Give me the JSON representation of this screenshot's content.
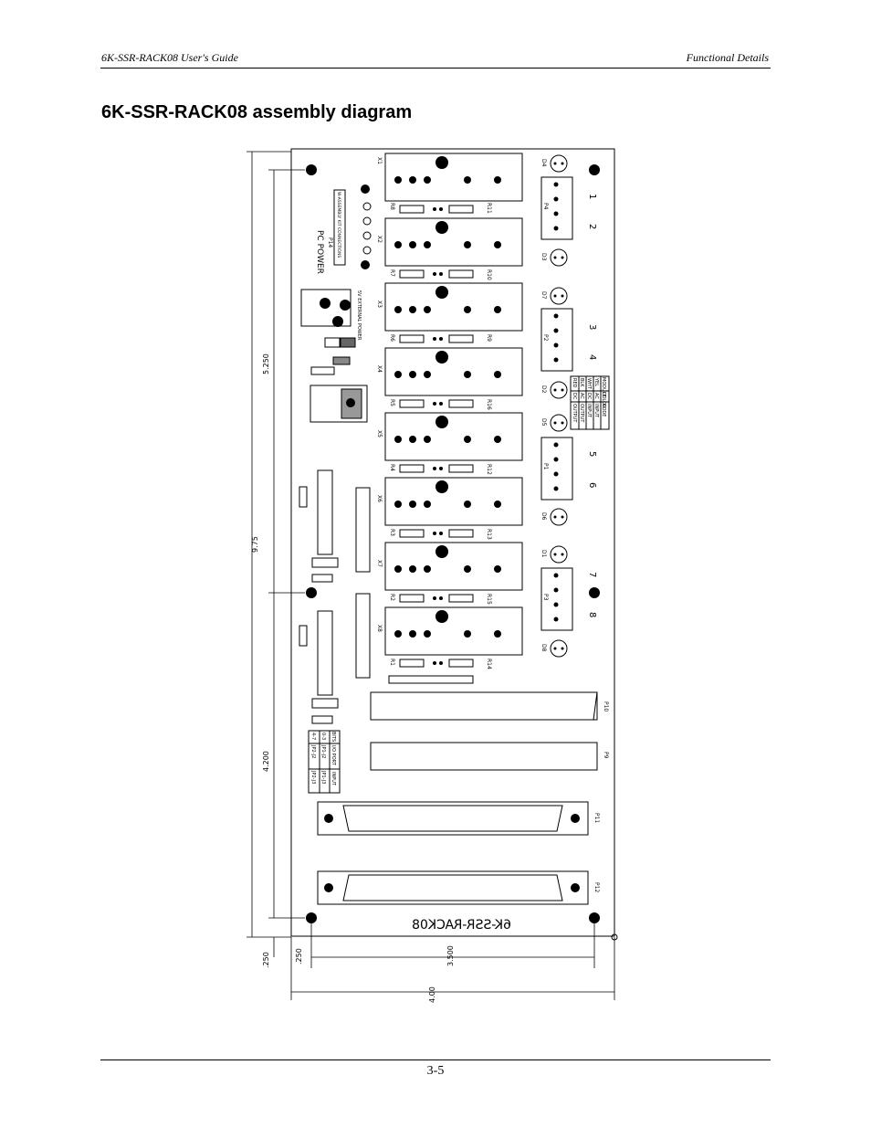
{
  "header": {
    "left": "6K-SSR-RACK08 User's Guide",
    "right": "Functional Details"
  },
  "title": "6K-SSR-RACK08 assembly diagram",
  "diagram": {
    "board_name": "6K-SSR-RACK08",
    "power_label": "PC POWER",
    "power_sub": "P14",
    "power_jumper": "W-ASSEMBLY KIT CONNECTIONS",
    "ext_power": "5V EXTERNAL POWER",
    "slot_labels": [
      "X1",
      "X2",
      "X3",
      "X4",
      "X5",
      "X6",
      "X7",
      "X8"
    ],
    "resistors_left": [
      "R8",
      "R7",
      "R6",
      "R5",
      "R4",
      "R3",
      "R2",
      "R1"
    ],
    "resistors_right": [
      "R11",
      "R10",
      "R9",
      "R16",
      "R12",
      "R13",
      "R15",
      "R14"
    ],
    "led_labels": [
      "D4",
      "D3",
      "D7",
      "D2",
      "D5",
      "D6",
      "D1",
      "D8"
    ],
    "terminal_labels": [
      "P4",
      "P2",
      "P1",
      "P3"
    ],
    "terminal_numbers": [
      "1",
      "2",
      "3",
      "4",
      "5",
      "6",
      "7",
      "8"
    ],
    "module_table": {
      "headers": [
        "MODULE",
        "COLOR",
        "CODE"
      ],
      "rows": [
        [
          "YEL",
          "AC",
          "INPUT"
        ],
        [
          "WHT",
          "DC",
          "INPUT"
        ],
        [
          "BLK",
          "AC",
          "OUTPUT"
        ],
        [
          "RED",
          "DC",
          "OUTPUT"
        ]
      ]
    },
    "jumper_table": {
      "headers": [
        "BITS",
        "I/O PORT",
        "INPUT"
      ],
      "rows": [
        [
          "0-3",
          "JP1-J2",
          "JP1-J3"
        ],
        [
          "4-7",
          "JP2-J2",
          "JP2-J3"
        ]
      ]
    },
    "connectors": [
      "P10",
      "P9",
      "P11",
      "P12"
    ],
    "dimensions": {
      "height_upper": "5.250",
      "height_total": "9.75",
      "height_lower": "4.200",
      "offset_bottom": ".250",
      "offset_left": ".250",
      "width_inner": "3.500",
      "width_total": "4.00"
    }
  },
  "footer": {
    "page": "3-5"
  }
}
